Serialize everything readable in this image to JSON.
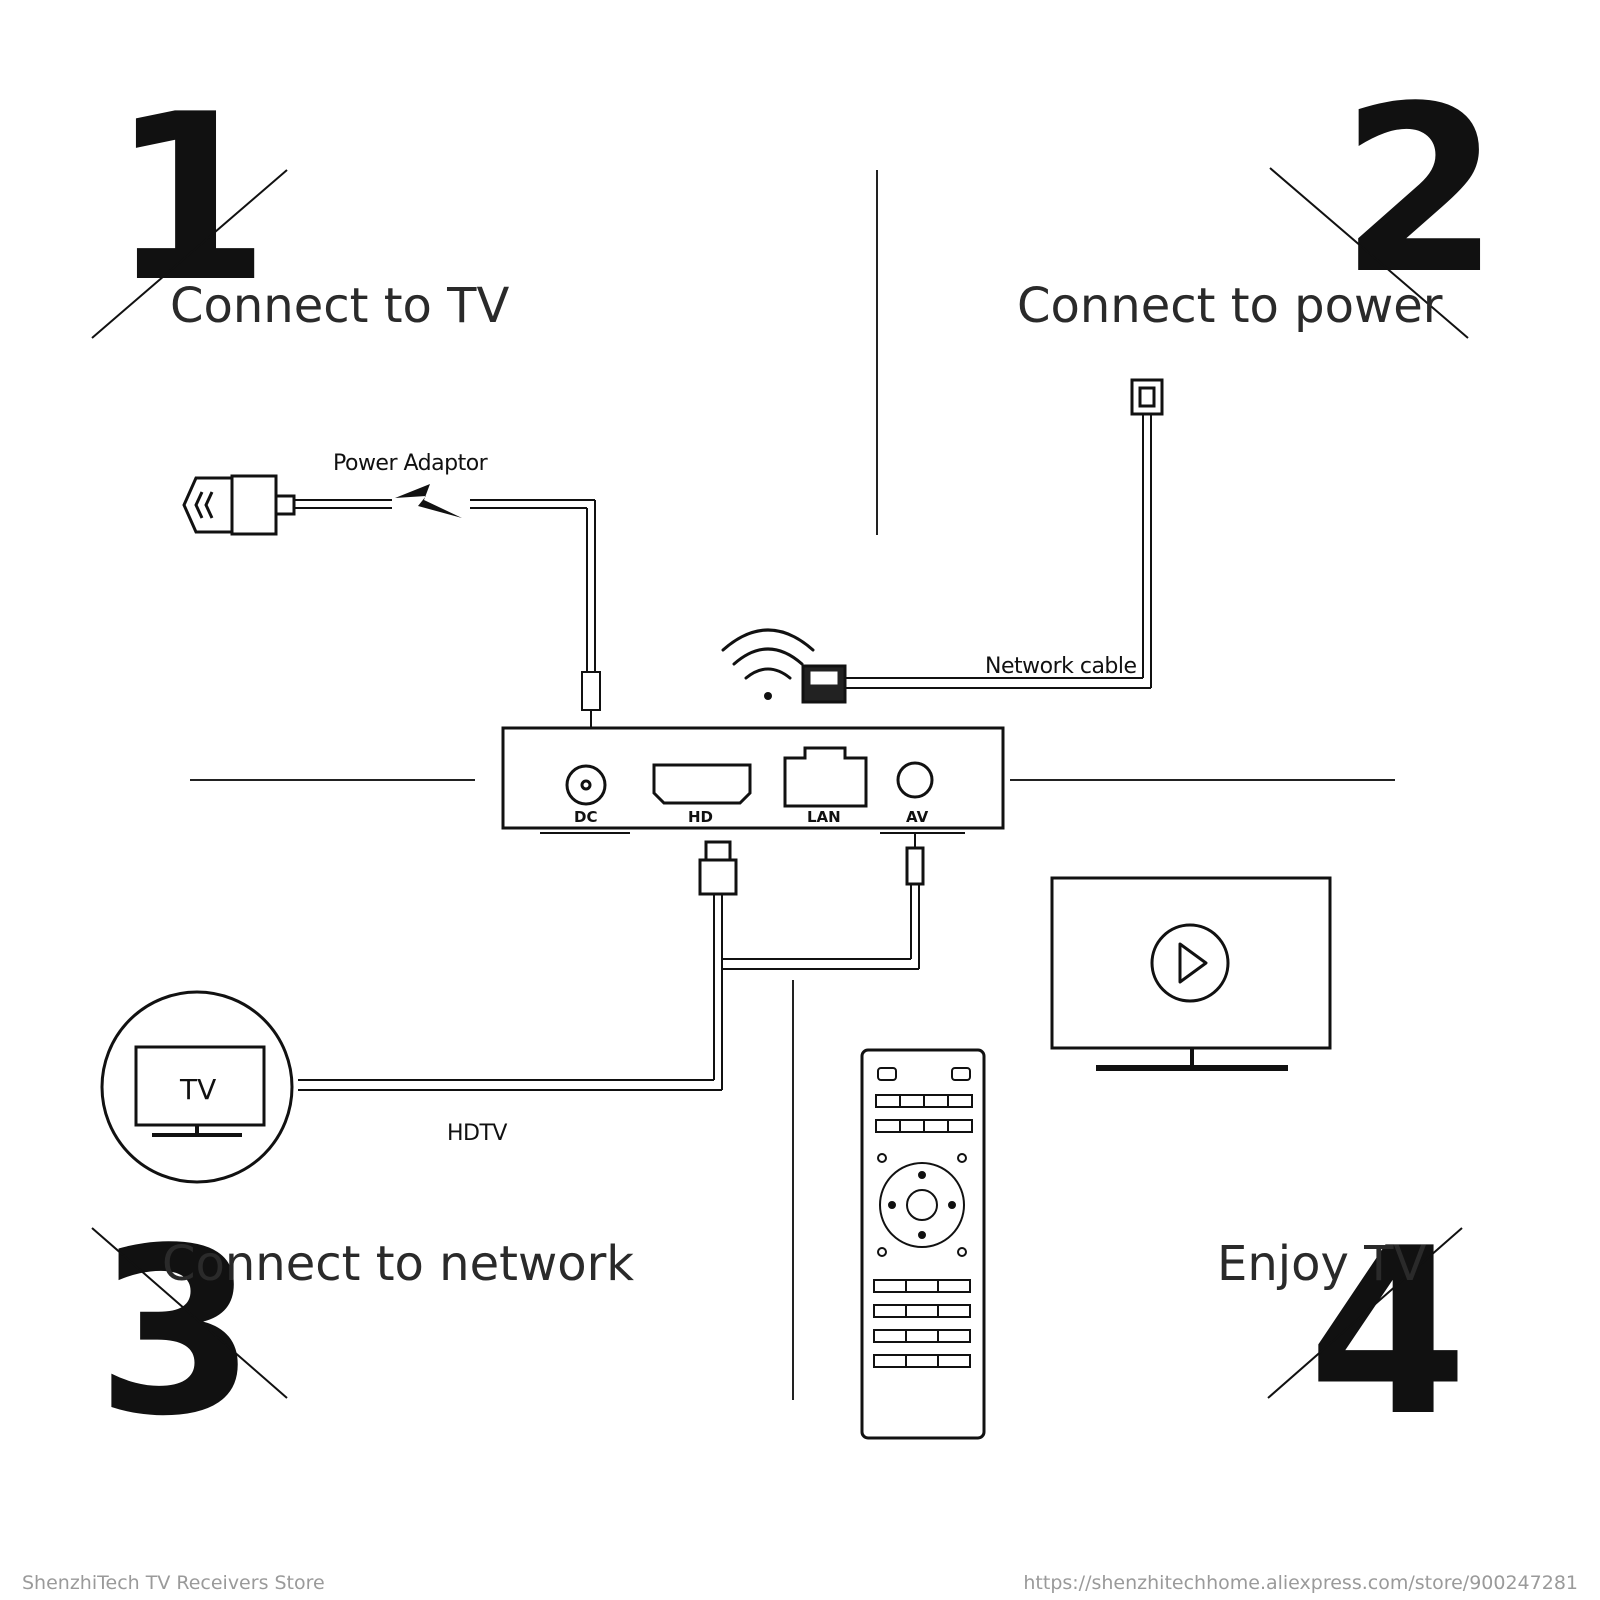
{
  "steps": [
    {
      "number": "1",
      "title": "Connect to TV"
    },
    {
      "number": "2",
      "title": "Connect to power"
    },
    {
      "number": "3",
      "title": "Connect to network"
    },
    {
      "number": "4",
      "title": "Enjoy TV"
    }
  ],
  "labels": {
    "power_adaptor": "Power Adaptor",
    "network_cable": "Network cable",
    "hdtv": "HDTV",
    "tv_icon": "TV"
  },
  "ports": {
    "dc": "DC",
    "hd": "HD",
    "lan": "LAN",
    "av": "AV"
  },
  "footer": {
    "left": "ShenzhiTech TV Receivers Store",
    "right": "https://shenzhitechhome.aliexpress.com/store/900247281"
  },
  "icons": [
    "plug-icon",
    "lightning-icon",
    "wifi-icon",
    "ethernet-plug-icon",
    "tv-icon",
    "play-icon",
    "remote-control-icon"
  ],
  "colors": {
    "ink": "#111111",
    "title": "#2a2a2a",
    "footer": "#9a9a9a"
  }
}
